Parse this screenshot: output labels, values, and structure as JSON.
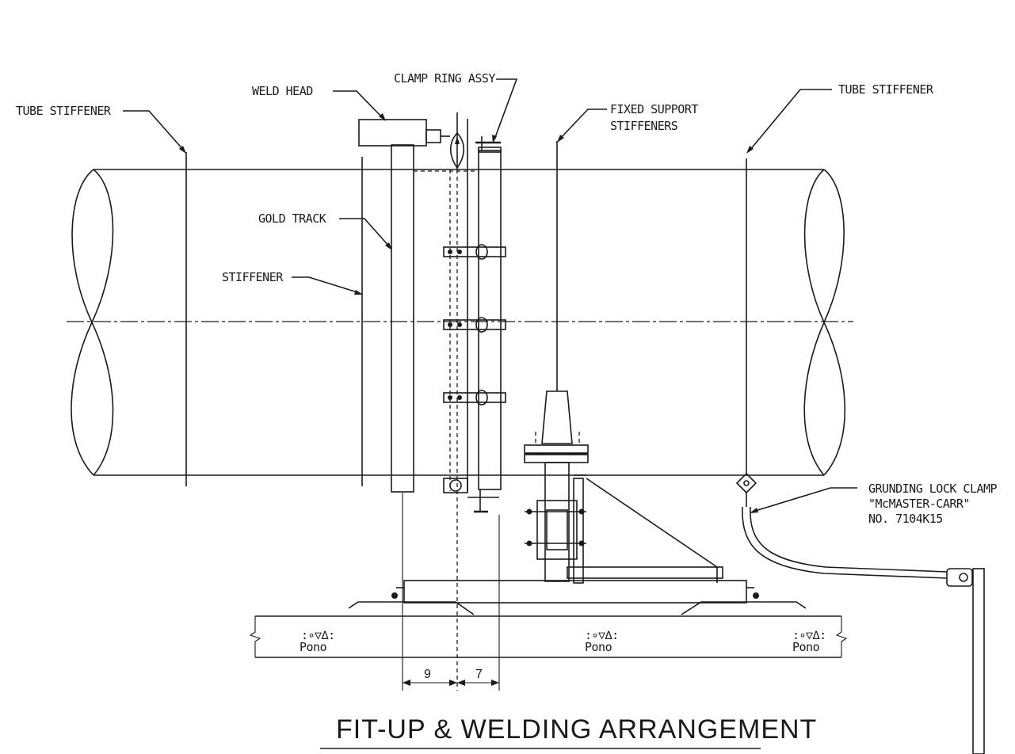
{
  "title": "FIT-UP & WELDING ARRANGEMENT",
  "labels": {
    "tube_stiffener_left": "TUBE STIFFENER",
    "weld_head": "WELD HEAD",
    "clamp_ring": "CLAMP RING ASSY",
    "fixed_support_1": "FIXED SUPPORT",
    "fixed_support_2": "STIFFENERS",
    "tube_stiffener_right": "TUBE STIFFENER",
    "gold_track": "GOLD TRACK",
    "stiffener": "STIFFENER",
    "grounding_1": "GRUNDING LOCK CLAMP",
    "grounding_2": "\"McMASTER-CARR\"",
    "grounding_3": "NO. 7104K15"
  },
  "dimensions": {
    "left": "9",
    "right": "7"
  },
  "concrete_marks": [
    "Pono",
    "Pono",
    "Pono"
  ]
}
